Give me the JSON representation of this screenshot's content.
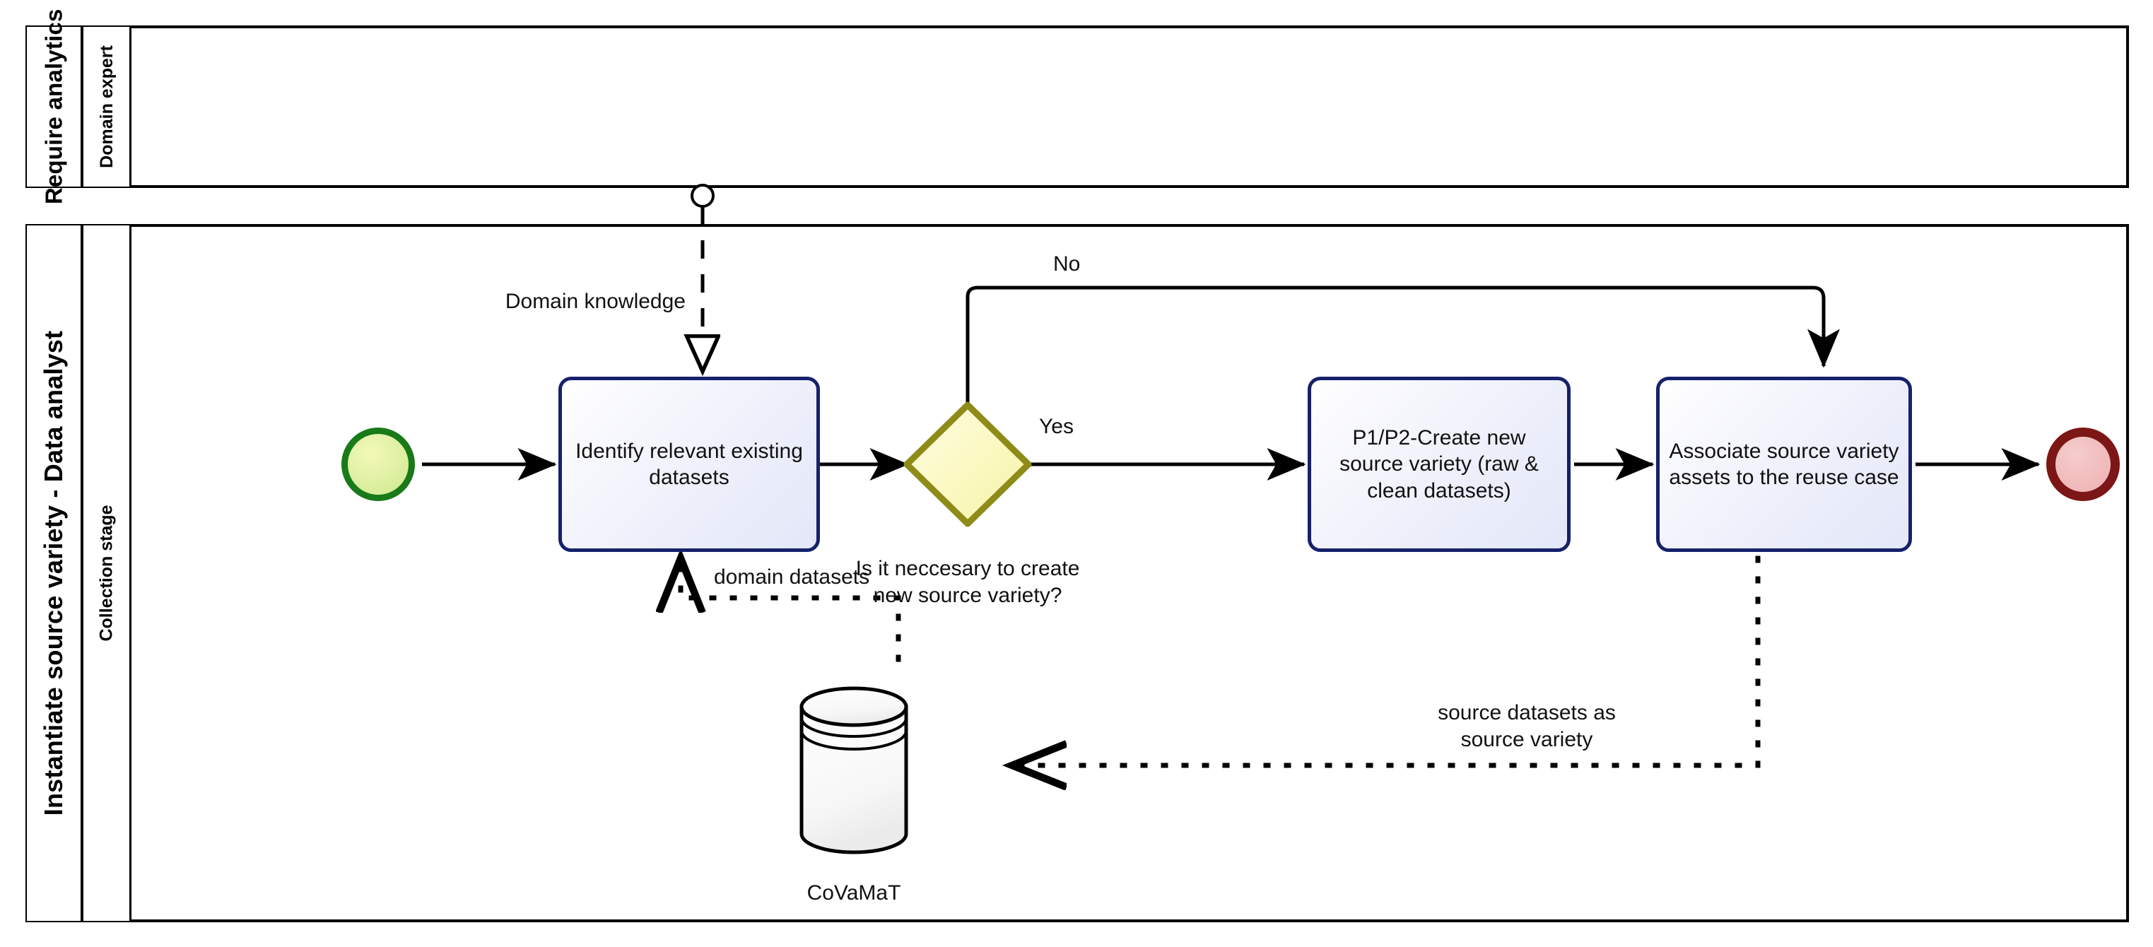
{
  "diagram": {
    "type": "bpmn-collaboration",
    "title": "Instantiate source variety - Data analyst"
  },
  "pools": [
    {
      "id": "pool-require-analytics",
      "name": "Require analytics",
      "lanes": [
        {
          "id": "lane-domain-expert",
          "name": "Domain expert"
        }
      ]
    },
    {
      "id": "pool-instantiate-source-variety",
      "name": "Instantiate source variety - Data analyst",
      "lanes": [
        {
          "id": "lane-collection-stage",
          "name": "Collection stage"
        }
      ]
    }
  ],
  "nodes": {
    "start_event": {
      "type": "start-event",
      "label": ""
    },
    "task_identify": {
      "type": "task",
      "label": "Identify relevant existing datasets"
    },
    "gateway": {
      "type": "exclusive-gateway",
      "label": "Is it neccesary to create new source variety?"
    },
    "task_create": {
      "type": "task",
      "label": "P1/P2-Create new source variety (raw & clean datasets)"
    },
    "task_associate": {
      "type": "task",
      "label": "Associate source variety assets to the reuse case"
    },
    "end_event": {
      "type": "end-event",
      "label": ""
    },
    "datastore": {
      "type": "data-store",
      "label": "CoVaMaT"
    }
  },
  "flows": {
    "gateway_yes": "Yes",
    "gateway_no": "No",
    "message_domain_knowledge": "Domain knowledge",
    "assoc_domain_datasets": "domain datasets",
    "assoc_source_datasets": "source datasets as source variety"
  },
  "colors": {
    "task_border": "#16216b",
    "task_fill": "#eef0fb",
    "gateway_border": "#8e8b18",
    "gateway_fill": "#fbf8c0",
    "start_border": "#187a18",
    "start_fill": "#dcefa0",
    "end_border": "#7d1616",
    "end_fill": "#f0bbbb",
    "line": "#000000",
    "pool_border": "#000000"
  }
}
